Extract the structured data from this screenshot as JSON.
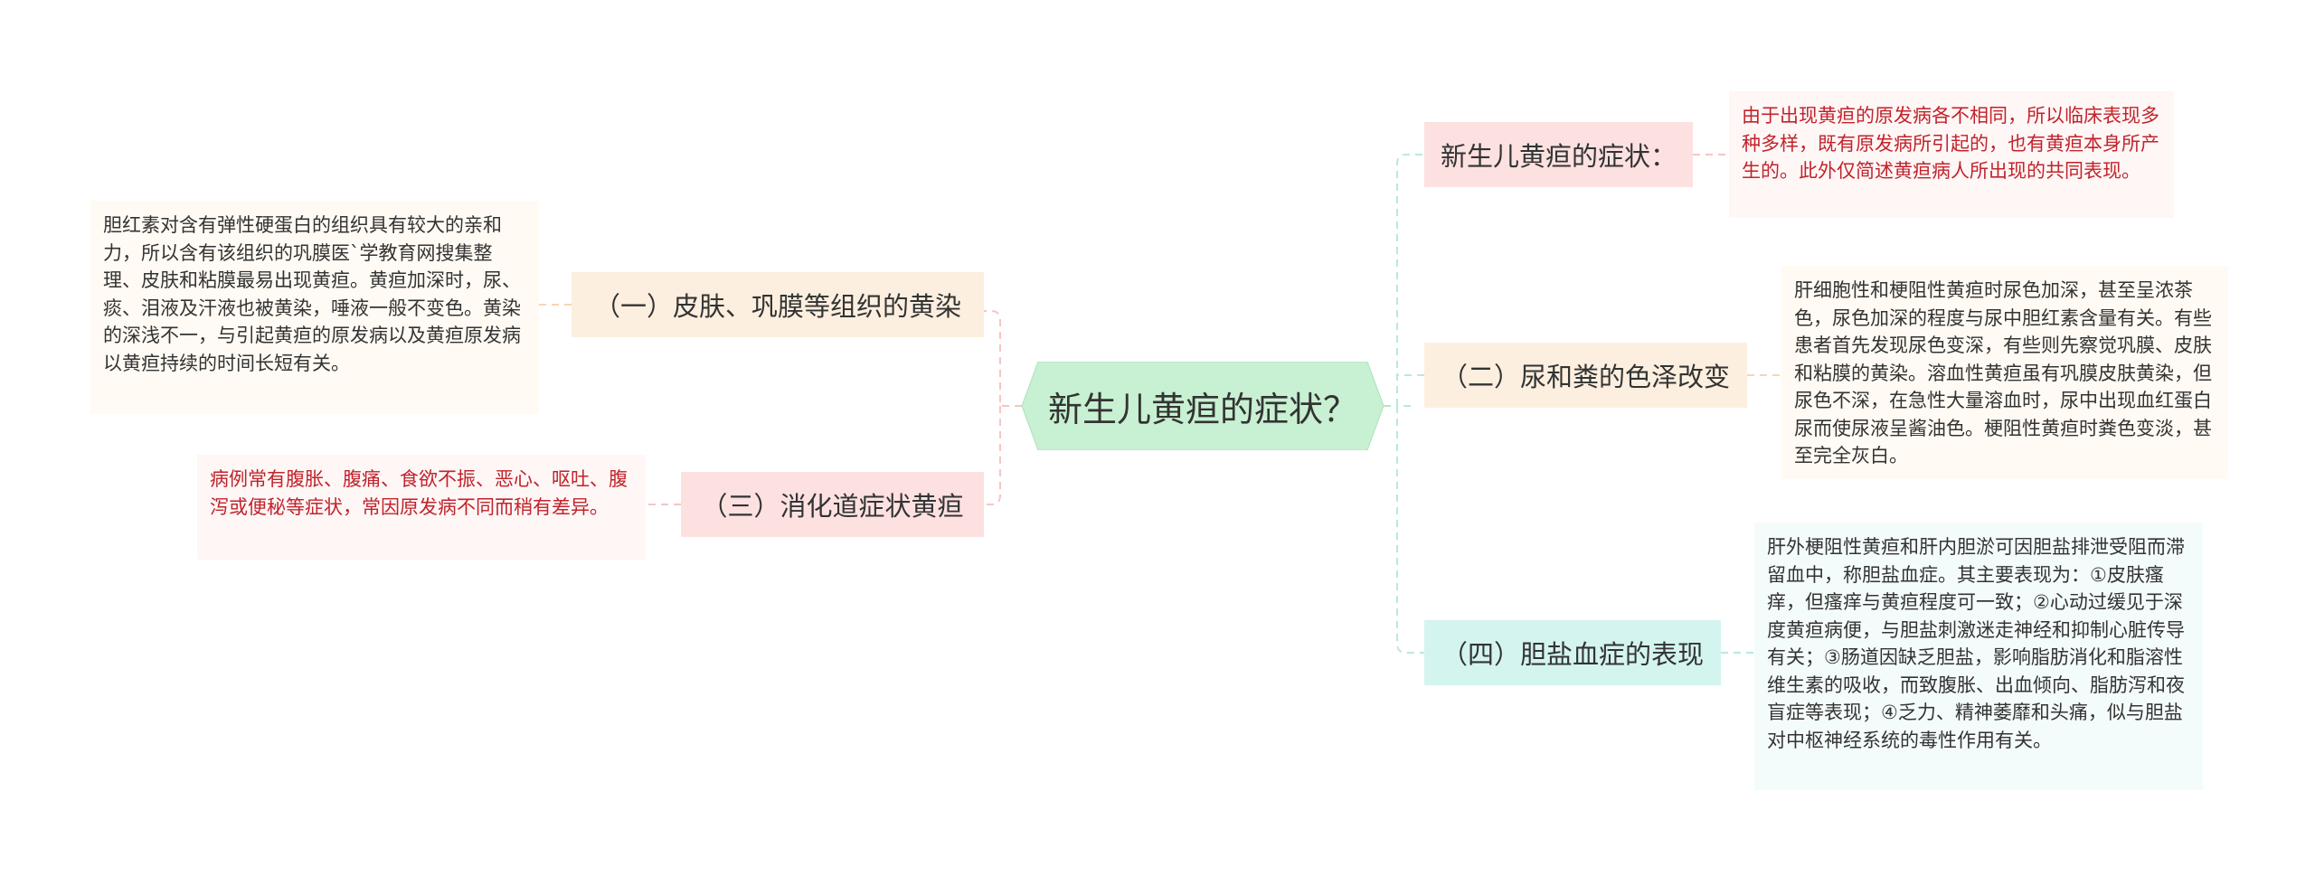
{
  "root": {
    "label": "新生儿黄疸的症状？",
    "color": "#c8f0d2"
  },
  "left_branches": [
    {
      "label": "（一）皮肤、巩膜等组织的黄染",
      "color": "#fdefdf",
      "detail": "胆红素对含有弹性硬蛋白的组织具有较大的亲和力，所以含有该组织的巩膜医`学教育网搜集整理、皮肤和粘膜最易出现黄疸。黄疸加深时，尿、痰、泪液及汗液也被黄染，唾液一般不变色。黄染的深浅不一，与引起黄疸的原发病以及黄疸原发病以黄疸持续的时间长短有关。",
      "detail_bg": "#fffaf3"
    },
    {
      "label": "（三）消化道症状黄疸",
      "color": "#fde1e1",
      "detail": "病例常有腹胀、腹痛、食欲不振、恶心、呕吐、腹泻或便秘等症状，常因原发病不同而稍有差异。",
      "detail_bg": "#fff6f6"
    }
  ],
  "right_branches": [
    {
      "label": "新生儿黄疸的症状：",
      "color": "#fde1e1",
      "detail": "由于出现黄疸的原发病各不相同，所以临床表现多种多样，既有原发病所引起的，也有黄疸本身所产生的。此外仅简述黄疸病人所出现的共同表现。",
      "detail_bg": "#fff6f6"
    },
    {
      "label": "（二）尿和粪的色泽改变",
      "color": "#fdefdf",
      "detail": "肝细胞性和梗阻性黄疸时尿色加深，甚至呈浓茶色，尿色加深的程度与尿中胆红素含量有关。有些患者首先发现尿色变深，有些则先察觉巩膜、皮肤和粘膜的黄染。溶血性黄疸虽有巩膜皮肤黄染，但尿色不深，在急性大量溶血时，尿中出现血红蛋白尿而使尿液呈酱油色。梗阻性黄疸时粪色变淡，甚至完全灰白。",
      "detail_bg": "#fffaf3"
    },
    {
      "label": "（四）胆盐血症的表现",
      "color": "#d4f4ef",
      "detail": "肝外梗阻性黄疸和肝内胆淤可因胆盐排泄受阻而滞留血中，称胆盐血症。其主要表现为：①皮肤瘙痒，但瘙痒与黄疸程度可一致；②心动过缓见于深度黄疸病便，与胆盐刺激迷走神经和抑制心脏传导有关；③肠道因缺乏胆盐，影响脂肪消化和脂溶性维生素的吸收，而致腹胀、出血倾向、脂肪泻和夜盲症等表现；④乏力、精神萎靡和头痛，似与胆盐对中枢神经系统的毒性作用有关。",
      "detail_bg": "#f4fcfb"
    }
  ],
  "line_colors": {
    "green": "#b5e6c5",
    "red": "#f6c4c4",
    "orange": "#f7d5b4",
    "teal": "#b9e8e1"
  }
}
